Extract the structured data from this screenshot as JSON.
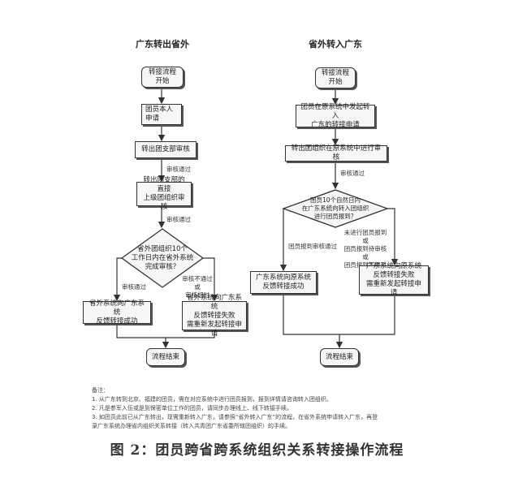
{
  "left": {
    "title": "广东转出省外",
    "start": "转接流程\n开始",
    "apply": "团员本人\n申请",
    "branch_review": "转出团支部审核",
    "pass_label_1": "审核通过",
    "upper_review": "转出团支部的直接\n上级团组织审核",
    "pass_label_2": "审核通过",
    "decision": "省外团组织10个\n工作日内在省外系统\n完成审核？",
    "yes_label": "审核通过",
    "no_label": "审核不通过\n或\n审核超时",
    "success": "省外系统向广东系统\n反馈转接成功",
    "fail": "省外系统向广东系统\n反馈转接失败\n需重新发起转接申请",
    "end": "流程结束"
  },
  "right": {
    "title": "省外转入广东",
    "start": "转接流程\n开始",
    "apply": "团员在原系统中发起转入\n广东的转接申请",
    "review": "转出团组织在原系统中进行审核",
    "pass_label": "审核通过",
    "decision": "团员10个自然日内\n在广东系统向转入团组织\n进行团员报到？",
    "yes_label": "团员报到审核通过",
    "no_label": "未进行团员报到\n或\n团员报到待审核\n或\n团员报到不通过",
    "success": "广东系统向原系统\n反馈转接成功",
    "fail": "广东系统向原系统\n反馈转接失败\n需重新发起转接申请",
    "end": "流程结束"
  },
  "notes": {
    "heading": "备注：",
    "line1": "1. 从广东转到北京、福建的团员，需在对应系统中进行团员报到，报到详情请咨询转入团组织。",
    "line2": "2. 凡是参军入伍或是到保密单位工作的团员，请同步办理线上、线下转接手续。",
    "line3": "3. 如团员此前已从广东转出，现需重新转入广东，请参照“省外转入广东”的流程，在省外系统申请转入广东，再登",
    "line4": "录广东系统办理省内组织关系转接（转入共青团广东省委所辖团组织）的手续。"
  },
  "caption": "图 2：团员跨省跨系统组织关系转接操作流程"
}
